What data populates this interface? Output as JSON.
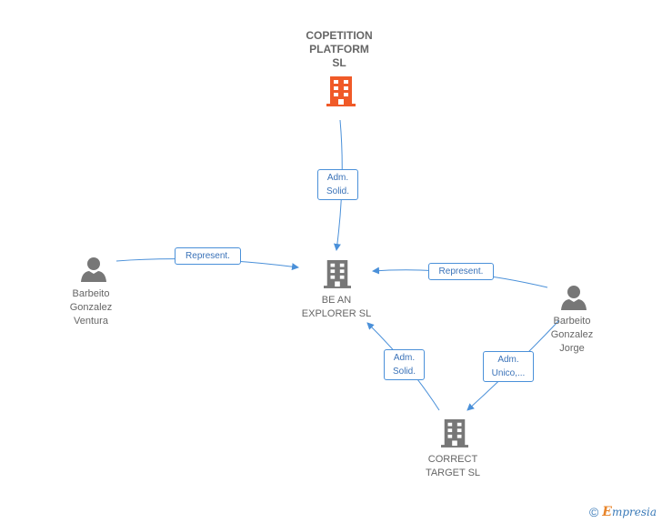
{
  "nodes": {
    "copetition": {
      "label_lines": [
        "COPETITION",
        "PLATFORM",
        "SL"
      ],
      "type": "company-main",
      "color": "#f05a28"
    },
    "be_an_explorer": {
      "label_lines": [
        "BE AN",
        "EXPLORER  SL"
      ],
      "type": "company",
      "color": "#777777"
    },
    "correct_target": {
      "label_lines": [
        "CORRECT",
        "TARGET  SL"
      ],
      "type": "company",
      "color": "#777777"
    },
    "barbeito_ventura": {
      "label_lines": [
        "Barbeito",
        "Gonzalez",
        "Ventura"
      ],
      "type": "person",
      "color": "#777777"
    },
    "barbeito_jorge": {
      "label_lines": [
        "Barbeito",
        "Gonzalez",
        "Jorge"
      ],
      "type": "person",
      "color": "#777777"
    }
  },
  "edges": {
    "copetition_to_explorer": {
      "label_lines": [
        "Adm.",
        "Solid."
      ]
    },
    "ventura_to_explorer": {
      "label_lines": [
        "Represent."
      ]
    },
    "jorge_to_explorer": {
      "label_lines": [
        "Represent."
      ]
    },
    "target_to_explorer": {
      "label_lines": [
        "Adm.",
        "Solid."
      ]
    },
    "jorge_to_target": {
      "label_lines": [
        "Adm.",
        "Unico,..."
      ]
    }
  },
  "colors": {
    "edge": "#4a90d9",
    "text": "#666666",
    "accent": "#f05a28"
  },
  "footer": {
    "copyright_symbol": "©",
    "brand_initial": "E",
    "brand_rest": "mpresia"
  }
}
